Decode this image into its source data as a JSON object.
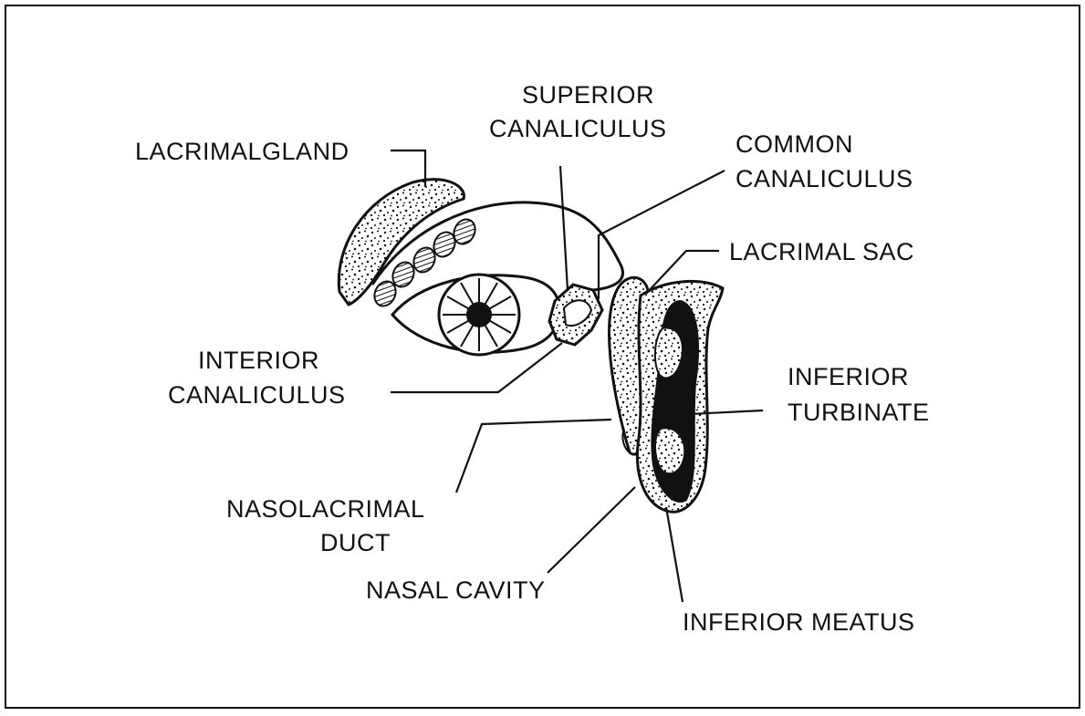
{
  "labels": {
    "lacrimal_gland": "LACRIMALGLAND",
    "superior_canaliculus_line1": "SUPERIOR",
    "superior_canaliculus_line2": "CANALICULUS",
    "common_canaliculus_line1": "COMMON",
    "common_canaliculus_line2": "CANALICULUS",
    "lacrimal_sac": "LACRIMAL SAC",
    "interior_canaliculus_line1": "INTERIOR",
    "interior_canaliculus_line2": "CANALICULUS",
    "inferior_turbinate_line1": "INFERIOR",
    "inferior_turbinate_line2": "TURBINATE",
    "nasolacrimal_duct_line1": "NASOLACRIMAL",
    "nasolacrimal_duct_line2": "DUCT",
    "nasal_cavity": "NASAL CAVITY",
    "inferior_meatus": "INFERIOR MEATUS"
  },
  "colors": {
    "ink": "#111111",
    "background": "#ffffff"
  }
}
